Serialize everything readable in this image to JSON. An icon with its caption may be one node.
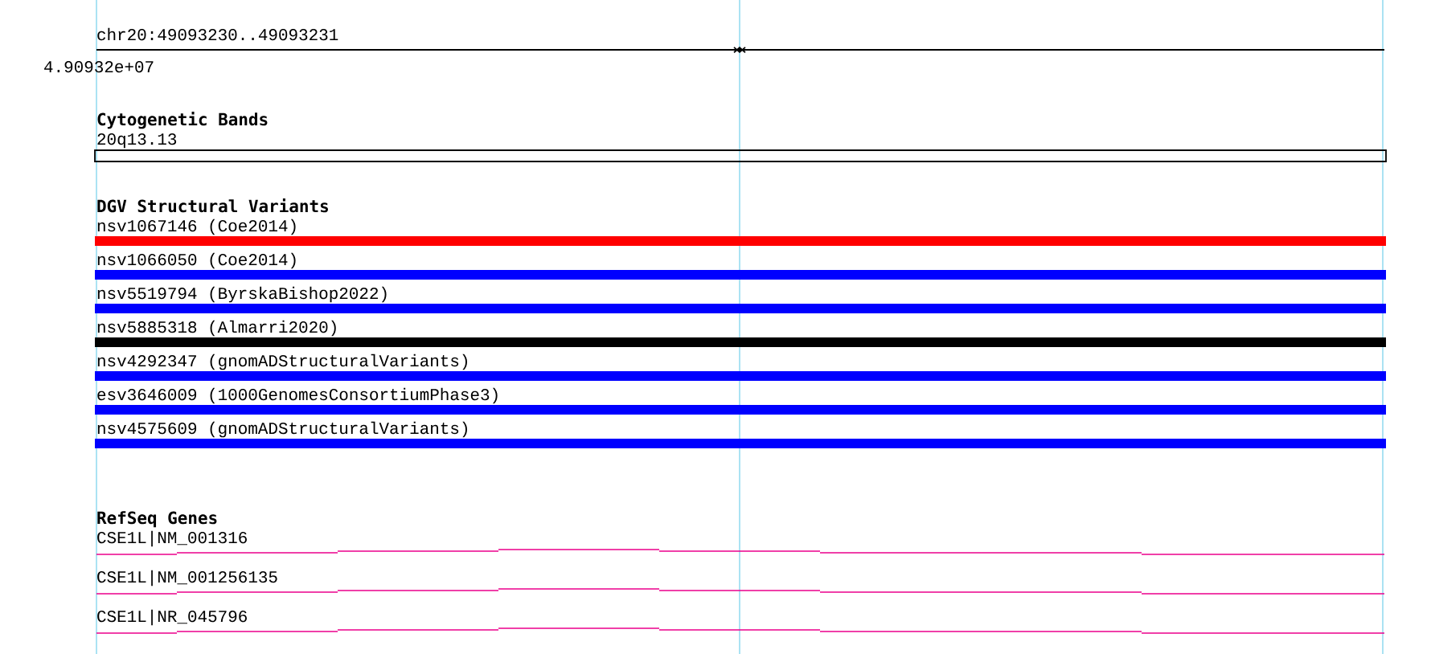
{
  "diagram": {
    "nodes": [
      {
        "text": [
          "20q13.13"
        ]
      },
      {
        "text": [
          "nsv1067146 (Coe2014)"
        ]
      },
      {
        "text": [
          "nsv1066050 (Coe2014)"
        ]
      },
      {
        "text": [
          "nsv5519794 (ByrskaBishop2022)"
        ]
      },
      {
        "text": [
          "nsv5885318 (Almarri2020)"
        ]
      },
      {
        "text": [
          "nsv4292347 (gnomADStructuralVariants)"
        ]
      },
      {
        "text": [
          "esv3646009 (1000GenomesConsortiumPhase3)"
        ]
      },
      {
        "text": [
          "nsv4575609 (gnomADStructuralVariants)"
        ]
      },
      {
        "text": [
          "CSE1L|NM_001316"
        ]
      },
      {
        "text": [
          "CSE1L|NM_001256135"
        ]
      },
      {
        "text": [
          "CSE1L|NR_045796"
        ]
      }
    ],
    "labels": [
      "chr20:49093230..49093231",
      "4.90932e+07",
      "Cytogenetic Bands",
      "DGV Structural Variants",
      "RefSeq Genes"
    ]
  }
}
